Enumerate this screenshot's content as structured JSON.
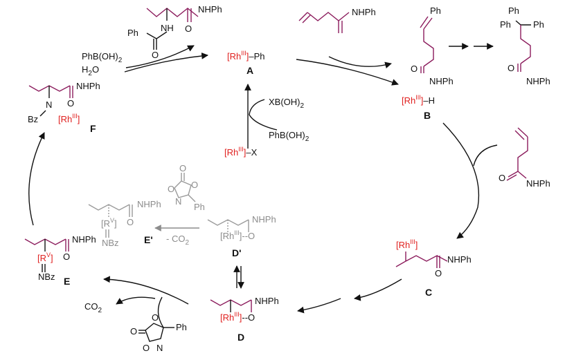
{
  "colors": {
    "chain": "#8b1b5c",
    "rhodium": "#e0201f",
    "faded": "#8c8c8c",
    "ink": "#111111"
  },
  "top_reagent": {
    "amine_h": "NH",
    "acyl": "Ph",
    "carbonyl_o": "O",
    "anilide": "NHPh"
  },
  "transmetalation": {
    "reagent_1": "PhB(OH)",
    "sub_1": "2",
    "reagent_2": "H",
    "sub_2": "2",
    "reagent_2_tail": "O"
  },
  "A": {
    "metal": "Rh",
    "ox": "III",
    "ligand": "–Ph",
    "label": "A"
  },
  "activation": {
    "byproduct": "XB(OH)",
    "byproduct_sub": "2",
    "reagent": "PhB(OH)",
    "reagent_sub": "2",
    "precatalyst_metal": "Rh",
    "precatalyst_ox": "III",
    "precatalyst_ligand": "–X"
  },
  "alkene_substrate": {
    "anilide": "NHPh"
  },
  "heck_product": {
    "ph": "Ph",
    "o": "O",
    "anilide": "NHPh"
  },
  "diaryl_product": {
    "ph1": "Ph",
    "ph2": "Ph",
    "ph3": "Ph",
    "o": "O",
    "anilide": "NHPh"
  },
  "B": {
    "metal": "Rh",
    "ox": "III",
    "ligand": "–H",
    "label": "B"
  },
  "alkene_reagent2": {
    "o": "O",
    "anilide": "NHPh"
  },
  "C": {
    "metal": "Rh",
    "ox": "III",
    "o": "O",
    "anilide": "NHPh",
    "label": "C"
  },
  "D": {
    "anilide": "NHPh",
    "metal": "Rh",
    "ox": "III",
    "o": "--O",
    "label": "D"
  },
  "D_prime": {
    "anilide": "NHPh",
    "metal": "Rh",
    "ox": "III",
    "o": "--O",
    "label": "D'"
  },
  "E_prime": {
    "anilide": "NHPh",
    "metal": "R",
    "ox": "V",
    "nbz": "NBz",
    "o": "O",
    "label": "E'",
    "loss": "- CO",
    "loss_sub": "2"
  },
  "dioxazolone_gray": {
    "o1": "O",
    "o2": "O",
    "o3": "O",
    "n": "N",
    "ph": "Ph"
  },
  "dioxazolone": {
    "o1": "O",
    "o2": "O",
    "o3": "O",
    "n": "N",
    "ph": "Ph"
  },
  "co2_loss": {
    "text": "CO",
    "sub": "2"
  },
  "E": {
    "anilide": "NHPh",
    "metal": "R",
    "ox": "V",
    "nbz": "NBz",
    "o": "O",
    "label": "E"
  },
  "F": {
    "anilide": "NHPh",
    "n": "N",
    "bz": "Bz",
    "metal": "Rh",
    "ox": "III",
    "o": "O",
    "label": "F"
  }
}
